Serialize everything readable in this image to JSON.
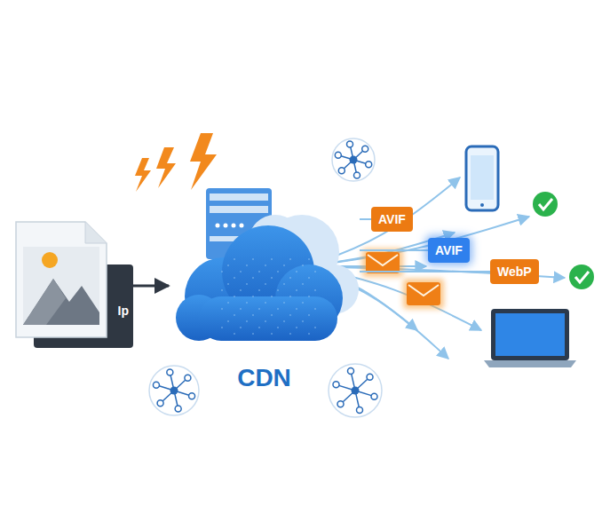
{
  "diagram": {
    "nodes": [
      {
        "text": [
          "Ip"
        ]
      },
      {
        "text": [
          "CDN"
        ]
      },
      {
        "text": [
          "AVIF"
        ]
      },
      {
        "text": [
          "AVIF"
        ]
      },
      {
        "text": [
          "WebP"
        ]
      }
    ],
    "edges": [
      {
        "from": 0,
        "to": 1,
        "arrow": "to"
      },
      {
        "from": 1,
        "to": 2,
        "arrow": "none"
      },
      {
        "from": 1,
        "to": 3,
        "arrow": "none"
      },
      {
        "from": 1,
        "to": 4,
        "arrow": "none"
      }
    ]
  }
}
